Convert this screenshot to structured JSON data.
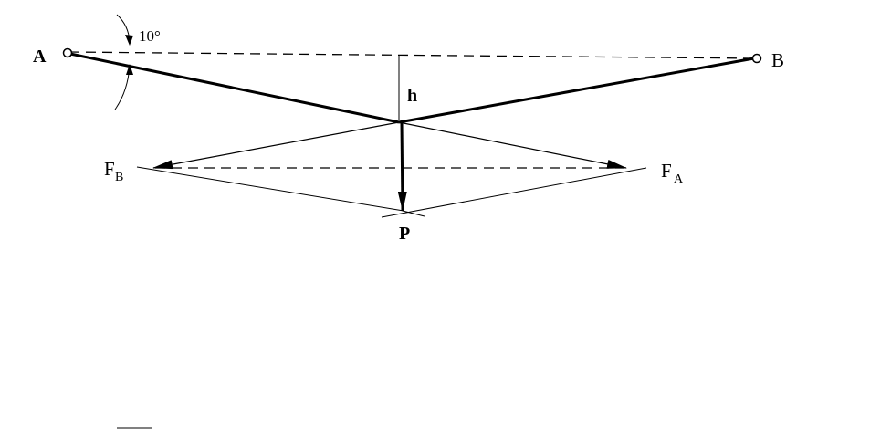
{
  "labels": {
    "point_a": "A",
    "point_b": "B",
    "height": "h",
    "angle": "10°",
    "load": "P",
    "force_a": "F",
    "force_a_sub": "A",
    "force_b": "F",
    "force_b_sub": "B"
  },
  "colors": {
    "ink": "#000000",
    "background": "#ffffff"
  }
}
